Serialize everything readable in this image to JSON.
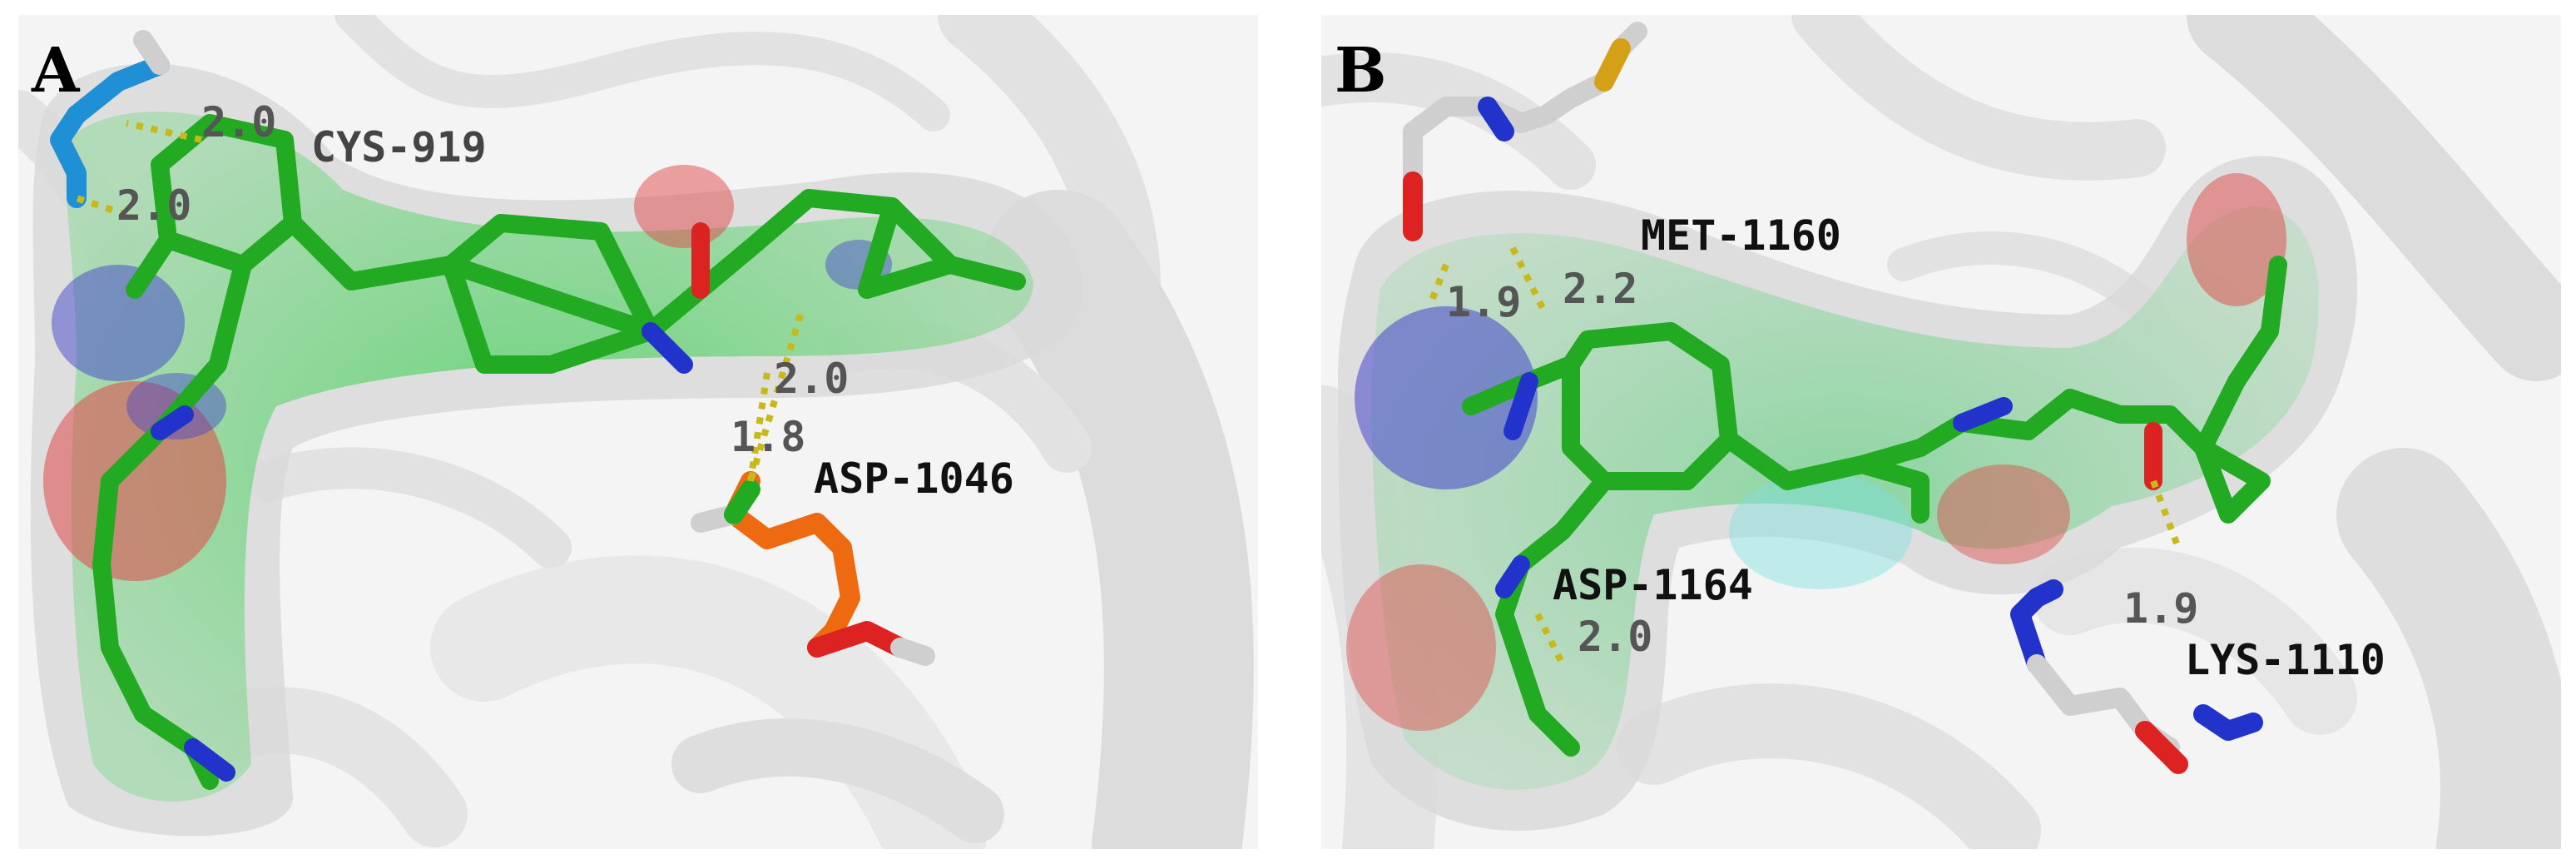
{
  "colors": {
    "ribbon": "#e6e6e6",
    "carbon": "#22bb22",
    "nitrogen": "#2233cc",
    "oxygen": "#dd2222",
    "sulfur": "#d4a017",
    "hbond": "#d4c020"
  },
  "panels": [
    {
      "letter": "A",
      "residues": [
        "CYS-919",
        "ASP-1046"
      ],
      "distances": [
        "2.0",
        "2.0",
        "2.0",
        "1.8"
      ]
    },
    {
      "letter": "B",
      "residues": [
        "MET-1160",
        "ASP-1164",
        "LYS-1110"
      ],
      "distances": [
        "1.9",
        "2.2",
        "2.0",
        "1.9"
      ]
    }
  ]
}
